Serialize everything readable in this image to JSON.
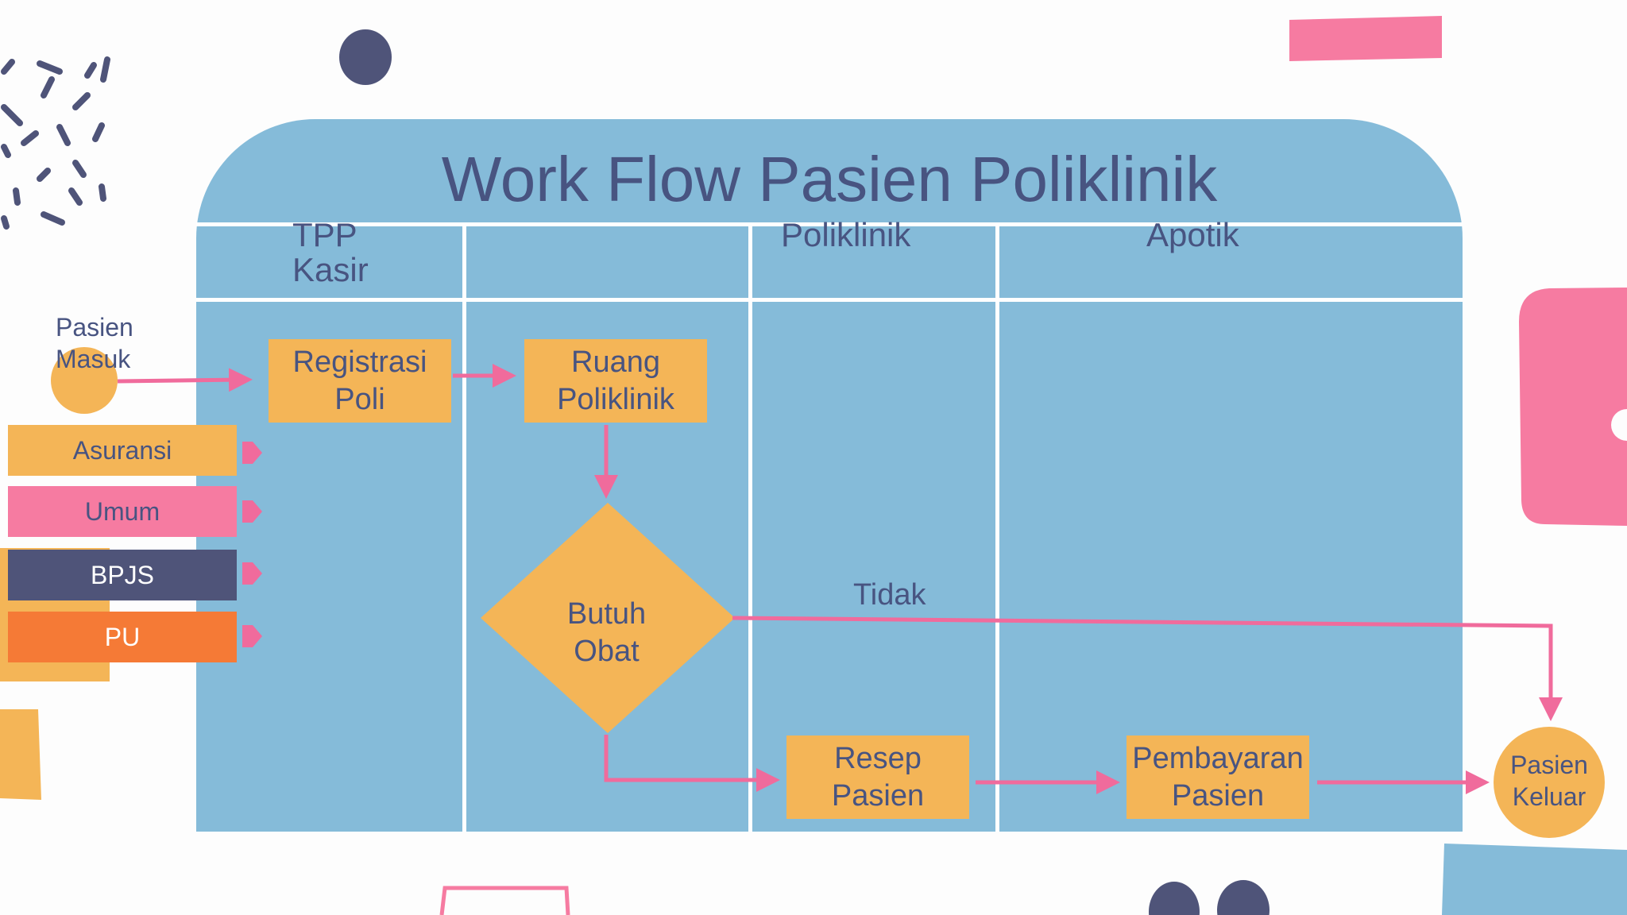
{
  "title": "Work Flow Pasien Poliklinik",
  "lanes": {
    "tpp_kasir": [
      "TPP",
      "Kasir"
    ],
    "poliklinik": "Poliklinik",
    "apotik": "Apotik"
  },
  "start": [
    "Pasien",
    "Masuk"
  ],
  "categories": [
    {
      "label": "Asuransi",
      "color": "#f4b557",
      "text_color": "#485481"
    },
    {
      "label": "Umum",
      "color": "#f67ba1",
      "text_color": "#485481"
    },
    {
      "label": "BPJS",
      "color": "#4f5479",
      "text_color": "#ffffff"
    },
    {
      "label": "PU",
      "color": "#f57a36",
      "text_color": "#ffffff"
    }
  ],
  "nodes": {
    "registrasi": [
      "Registrasi",
      "Poli"
    ],
    "ruang": [
      "Ruang",
      "Poliklinik"
    ],
    "butuh_obat": [
      "Butuh",
      "Obat"
    ],
    "resep": [
      "Resep",
      "Pasien"
    ],
    "pembayaran": [
      "Pembayaran",
      "Pasien"
    ],
    "keluar": [
      "Pasien",
      "Keluar"
    ]
  },
  "edge_labels": {
    "tidak": "Tidak"
  },
  "colors": {
    "board": "#85bbd9",
    "node": "#f4b557",
    "arrow": "#f06b9c",
    "text": "#485481",
    "pink": "#f67ba1",
    "navy": "#4f5479"
  }
}
